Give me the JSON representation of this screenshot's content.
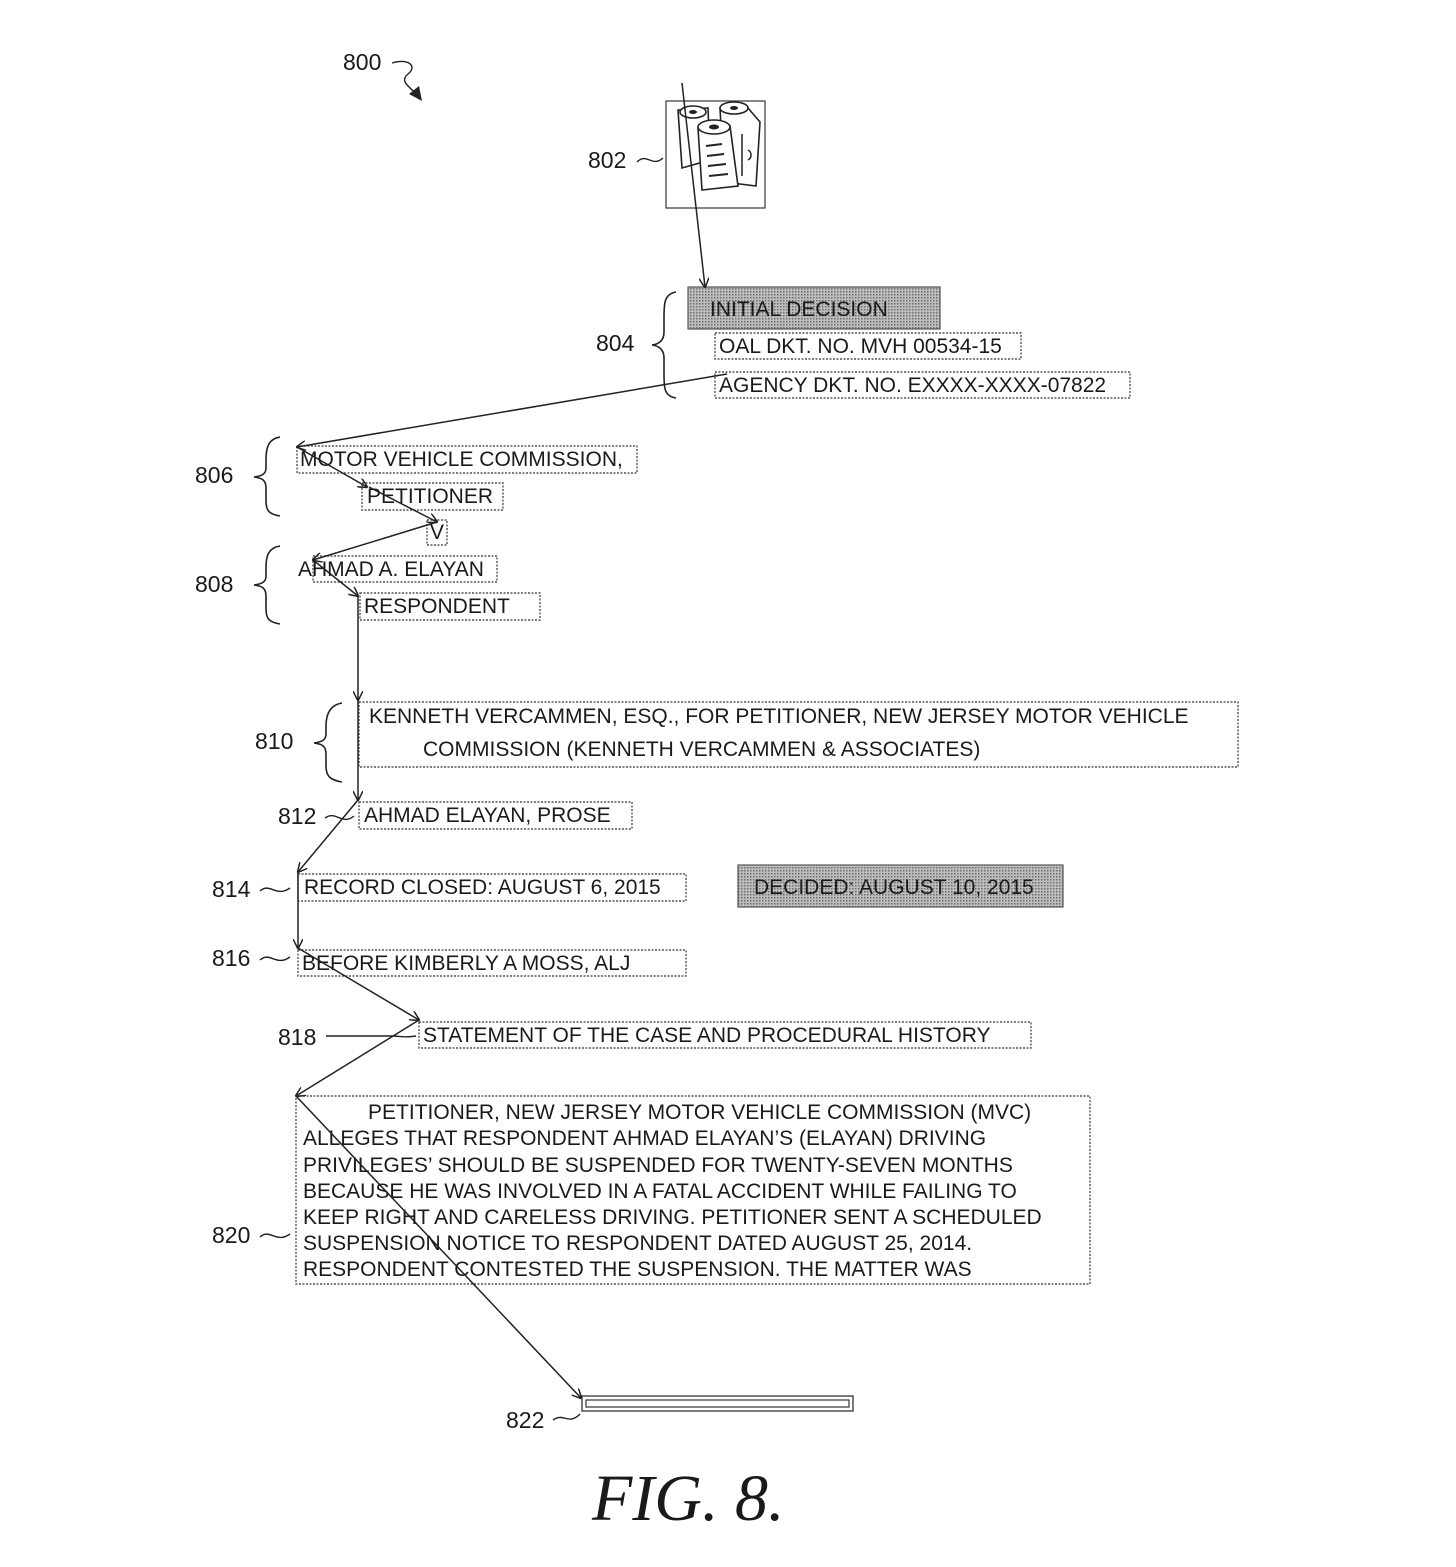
{
  "figure": {
    "number": "800",
    "caption": "FIG. 8."
  },
  "references": {
    "r802": "802",
    "r804": "804",
    "r806": "806",
    "r808": "808",
    "r810": "810",
    "r812": "812",
    "r814": "814",
    "r816": "816",
    "r818": "818",
    "r820": "820",
    "r822": "822"
  },
  "document_icon": "document-scroll-icon",
  "header": {
    "title": "INITIAL DECISION",
    "oal_docket": "OAL DKT. NO. MVH 00534-15",
    "agency_docket": "AGENCY DKT. NO. EXXXX-XXXX-07822"
  },
  "parties": {
    "petitioner_name": "MOTOR VEHICLE COMMISSION,",
    "petitioner_role": "PETITIONER",
    "versus": "V",
    "respondent_name": "AHMAD A. ELAYAN",
    "respondent_role": "RESPONDENT"
  },
  "counsel": {
    "petitioner_line1": "KENNETH VERCAMMEN, ESQ., FOR PETITIONER, NEW JERSEY MOTOR VEHICLE",
    "petitioner_line2": "COMMISSION (KENNETH VERCAMMEN & ASSOCIATES)",
    "respondent": "AHMAD ELAYAN, PROSE"
  },
  "dates": {
    "record_closed": "RECORD CLOSED: AUGUST 6, 2015",
    "decided": "DECIDED: AUGUST 10, 2015"
  },
  "judge": "BEFORE KIMBERLY A MOSS, ALJ",
  "section_heading": "STATEMENT OF THE CASE AND PROCEDURAL HISTORY",
  "body_lines": [
    "PETITIONER, NEW JERSEY MOTOR VEHICLE COMMISSION (MVC)",
    "ALLEGES THAT RESPONDENT AHMAD ELAYAN’S (ELAYAN) DRIVING",
    "PRIVILEGES’ SHOULD BE SUSPENDED FOR TWENTY-SEVEN MONTHS",
    "BECAUSE HE WAS INVOLVED IN A FATAL ACCIDENT WHILE FAILING TO",
    "KEEP RIGHT AND CARELESS DRIVING.  PETITIONER SENT A SCHEDULED",
    "SUSPENSION NOTICE TO RESPONDENT DATED AUGUST 25, 2014.",
    "RESPONDENT CONTESTED THE SUSPENSION.  THE MATTER WAS"
  ]
}
